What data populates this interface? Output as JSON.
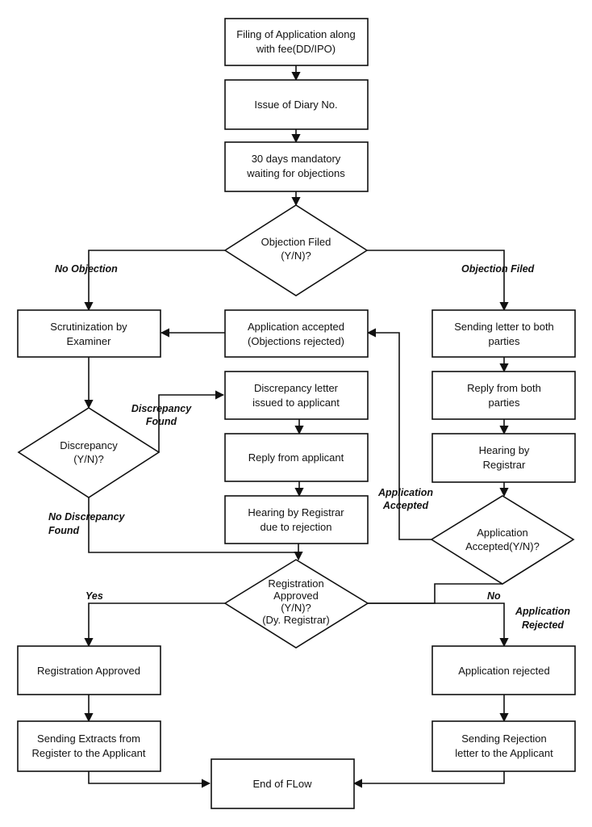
{
  "nodes": {
    "filing": [
      "Filing of Application along",
      "with fee(DD/IPO)"
    ],
    "diary": [
      "Issue of Diary No."
    ],
    "waiting": [
      "30 days mandatory",
      "waiting for objections"
    ],
    "objection_decision": [
      "Objection Filed",
      "(Y/N)?"
    ],
    "scrutinization": [
      "Scrutinization by",
      "Examiner"
    ],
    "app_accepted_obj_rejected": [
      "Application accepted",
      "(Objections rejected)"
    ],
    "sending_letter_both": [
      "Sending letter to both",
      "parties"
    ],
    "discrepancy_letter": [
      "Discrepancy letter",
      "issued to applicant"
    ],
    "reply_both": [
      "Reply from both",
      "parties"
    ],
    "discrepancy_decision": [
      "Discrepancy",
      "(Y/N)?"
    ],
    "reply_applicant": [
      "Reply from applicant"
    ],
    "hearing_registrar_right": [
      "Hearing by",
      "Registrar"
    ],
    "hearing_registrar_rejection": [
      "Hearing by Registrar",
      "due to rejection"
    ],
    "app_accepted_decision": [
      "Application",
      "Accepted(Y/N)?"
    ],
    "registration_decision": [
      "Registration",
      "Approved",
      "(Y/N)?",
      "(Dy. Registrar)"
    ],
    "registration_approved": [
      "Registration Approved"
    ],
    "application_rejected": [
      "Application rejected"
    ],
    "sending_extracts": [
      "Sending Extracts from",
      "Register to the Applicant"
    ],
    "sending_rejection": [
      "Sending Rejection",
      "letter to the Applicant"
    ],
    "end": [
      "End of FLow"
    ]
  },
  "edge_labels": {
    "no_objection": [
      "No Objection"
    ],
    "objection_filed": [
      "Objection Filed"
    ],
    "discrepancy_found": [
      "Discrepancy",
      "Found"
    ],
    "application_accepted": [
      "Application",
      "Accepted"
    ],
    "no_discrepancy_found": [
      "No Discrepancy",
      "Found"
    ],
    "yes": [
      "Yes"
    ],
    "no": [
      "No"
    ],
    "application_rejected": [
      "Application",
      "Rejected"
    ]
  }
}
